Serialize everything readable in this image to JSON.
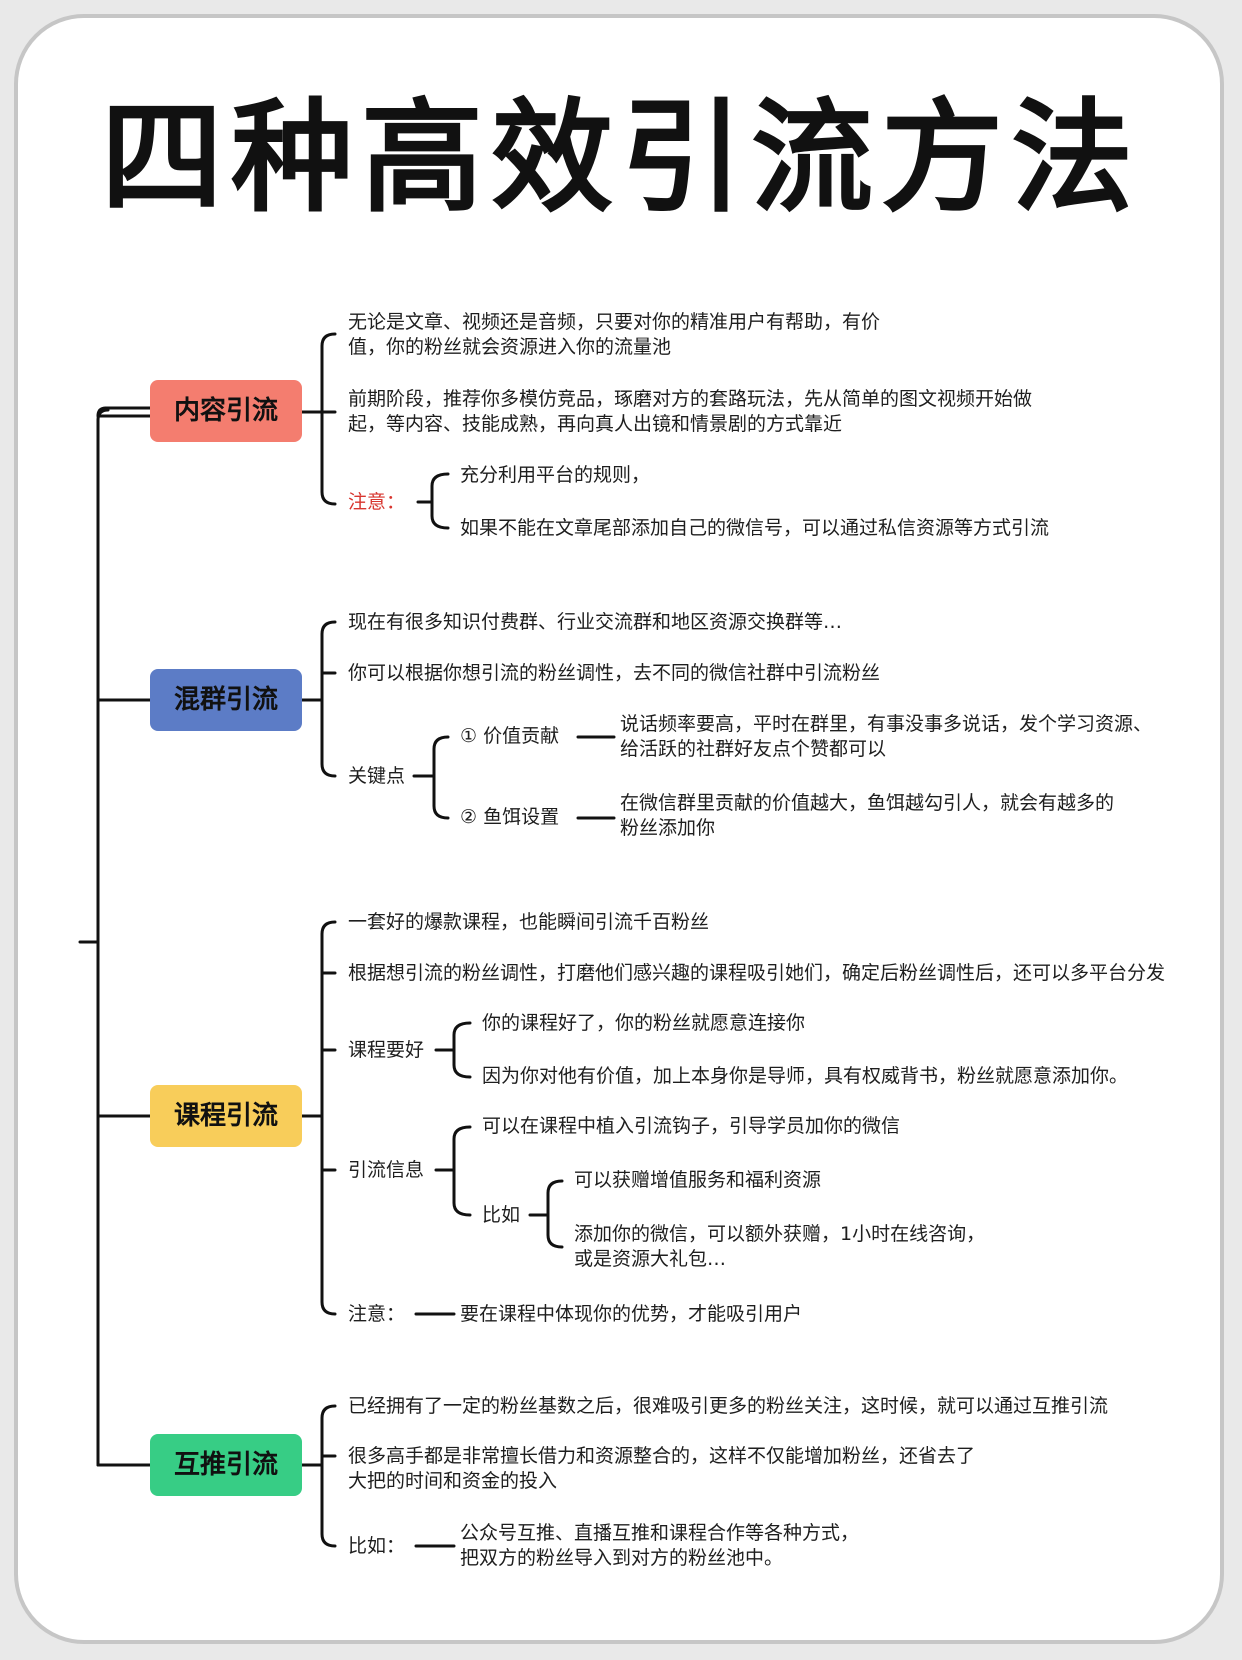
{
  "title": "四种高效引流方法",
  "colors": {
    "content": "#f47d6f",
    "group": "#5c7cc6",
    "course": "#f8cd5a",
    "mutual": "#37cd85",
    "line": "#111111",
    "note_red": "#d8362f"
  },
  "content": {
    "label": "内容引流",
    "p1_l1": "无论是文章、视频还是音频，只要对你的精准用户有帮助，有价",
    "p1_l2": "值，你的粉丝就会资源进入你的流量池",
    "p2_l1": "前期阶段，推荐你多模仿竞品，琢磨对方的套路玩法，先从简单的图文视频开始做",
    "p2_l2": "起，等内容、技能成熟，再向真人出镜和情景剧的方式靠近",
    "note_label": "注意：",
    "note1": "充分利用平台的规则，",
    "note2": "如果不能在文章尾部添加自己的微信号，可以通过私信资源等方式引流"
  },
  "group": {
    "label": "混群引流",
    "p1": "现在有很多知识付费群、行业交流群和地区资源交换群等…",
    "p2": "你可以根据你想引流的粉丝调性，去不同的微信社群中引流粉丝",
    "key_label": "关键点",
    "k1_label": "① 价值贡献",
    "k1_l1": "说话频率要高，平时在群里，有事没事多说话，发个学习资源、",
    "k1_l2": "给活跃的社群好友点个赞都可以",
    "k2_label": "② 鱼饵设置",
    "k2_l1": "在微信群里贡献的价值越大，鱼饵越勾引人，就会有越多的",
    "k2_l2": "粉丝添加你"
  },
  "course": {
    "label": "课程引流",
    "p1": "一套好的爆款课程，也能瞬间引流千百粉丝",
    "p2": "根据想引流的粉丝调性，打磨他们感兴趣的课程吸引她们，确定后粉丝调性后，还可以多平台分发",
    "good_label": "课程要好",
    "good1": "你的课程好了，你的粉丝就愿意连接你",
    "good2": "因为你对他有价值，加上本身你是导师，具有权威背书，粉丝就愿意添加你。",
    "info_label": "引流信息",
    "info1": "可以在课程中植入引流钩子，引导学员加你的微信",
    "eg_label": "比如",
    "eg1": "可以获赠增值服务和福利资源",
    "eg2_l1": "添加你的微信，可以额外获赠，1小时在线咨询，",
    "eg2_l2": "或是资源大礼包…",
    "note_label": "注意：",
    "note": "要在课程中体现你的优势，才能吸引用户"
  },
  "mutual": {
    "label": "互推引流",
    "p1": "已经拥有了一定的粉丝基数之后，很难吸引更多的粉丝关注，这时候，就可以通过互推引流",
    "p2_l1": "很多高手都是非常擅长借力和资源整合的，这样不仅能增加粉丝，还省去了",
    "p2_l2": "大把的时间和资金的投入",
    "eg_label": "比如：",
    "eg_l1": "公众号互推、直播互推和课程合作等各种方式，",
    "eg_l2": "把双方的粉丝导入到对方的粉丝池中。"
  }
}
